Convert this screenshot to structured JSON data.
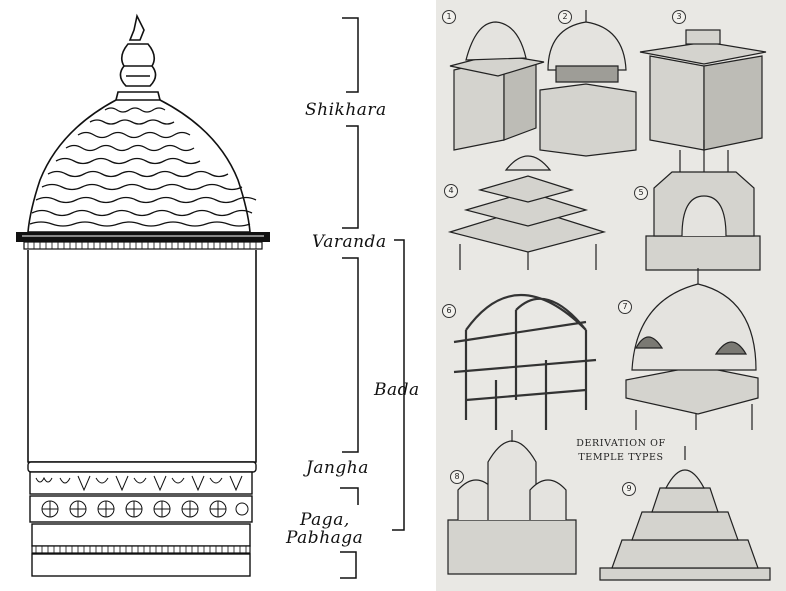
{
  "labels": {
    "shikhara": "Shikhara",
    "varanda": "Varanda",
    "bada": "Bada",
    "jangha": "Jangha",
    "paga": "Paga,",
    "pabhaga": "Pabhaga"
  },
  "plate": {
    "caption_line1": "DERIVATION OF",
    "caption_line2": "TEMPLE TYPES",
    "numbers": [
      "1",
      "2",
      "3",
      "4",
      "5",
      "6",
      "7",
      "8",
      "9"
    ]
  }
}
